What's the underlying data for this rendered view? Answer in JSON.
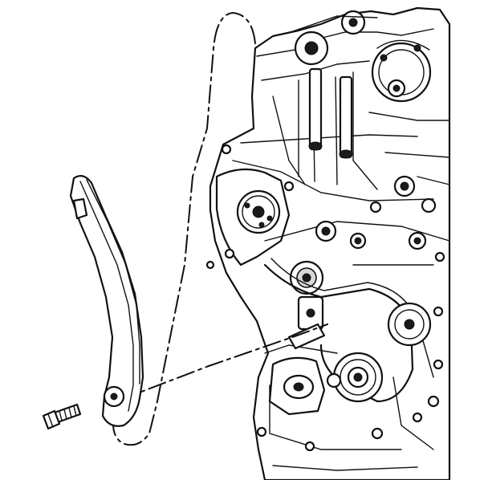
{
  "diagram": {
    "parts": [
      {
        "id": "engine-block",
        "icon": "engine-front-cover"
      },
      {
        "id": "timing-chain-guide",
        "icon": "curved-guide-rail"
      },
      {
        "id": "guide-bolt",
        "icon": "bolt"
      },
      {
        "id": "installation-leader-line",
        "icon": "dash-dot-line"
      },
      {
        "id": "callout-outline",
        "icon": "dash-dot-outline"
      }
    ],
    "colors": {
      "line": "#111111",
      "background": "#ffffff"
    }
  }
}
